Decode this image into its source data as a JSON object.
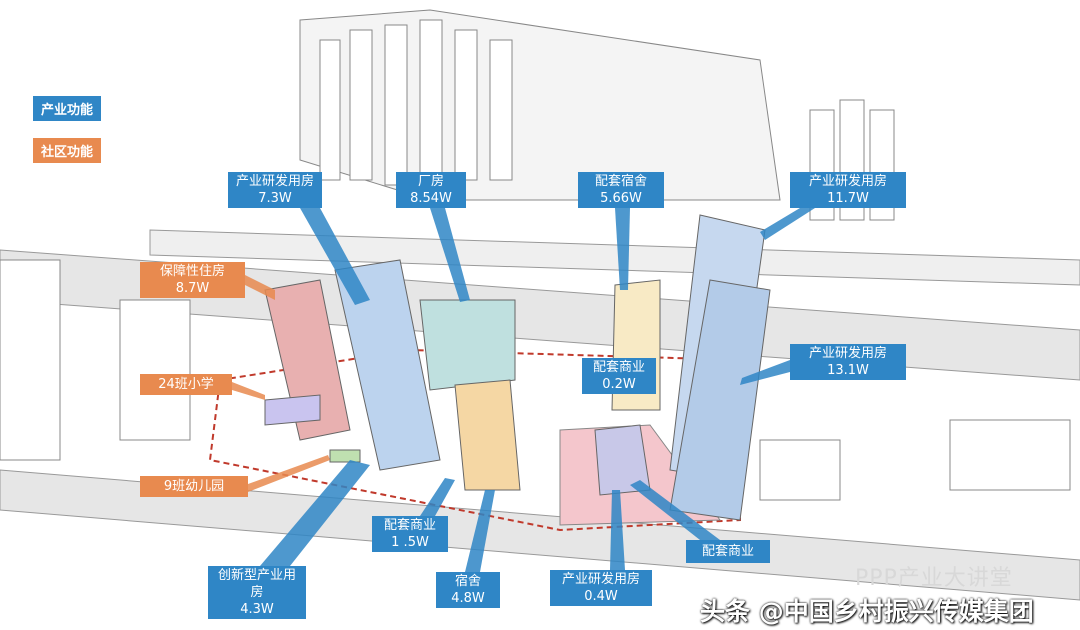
{
  "legend": {
    "industry": "产业功能",
    "community": "社区功能"
  },
  "colors": {
    "industry": "#2f86c6",
    "community": "#e88a4f"
  },
  "labels": [
    {
      "name": "产业研发用房",
      "value": "7.3W",
      "type": "industry"
    },
    {
      "name": "厂房",
      "value": "8.54W",
      "type": "industry"
    },
    {
      "name": "配套宿舍",
      "value": "5.66W",
      "type": "industry"
    },
    {
      "name": "产业研发用房",
      "value": "11.7W",
      "type": "industry"
    },
    {
      "name": "保障性住房",
      "value": "8.7W",
      "type": "community"
    },
    {
      "name": "产业研发用房",
      "value": "13.1W",
      "type": "industry"
    },
    {
      "name": "24班小学",
      "value": "",
      "type": "community"
    },
    {
      "name": "配套商业",
      "value": "0.2W",
      "type": "industry"
    },
    {
      "name": "9班幼儿园",
      "value": "",
      "type": "community"
    },
    {
      "name": "配套商业",
      "value": "1 .5W",
      "type": "industry"
    },
    {
      "name": "创新型产业用房",
      "value": "4.3W",
      "type": "industry"
    },
    {
      "name": "宿舍",
      "value": "4.8W",
      "type": "industry"
    },
    {
      "name": "产业研发用房",
      "value": "0.4W",
      "type": "industry"
    },
    {
      "name": "配套商业",
      "value": "",
      "type": "industry"
    }
  ],
  "watermark": "PPP产业大讲堂",
  "attribution": "头条 @中国乡村振兴传媒集团"
}
